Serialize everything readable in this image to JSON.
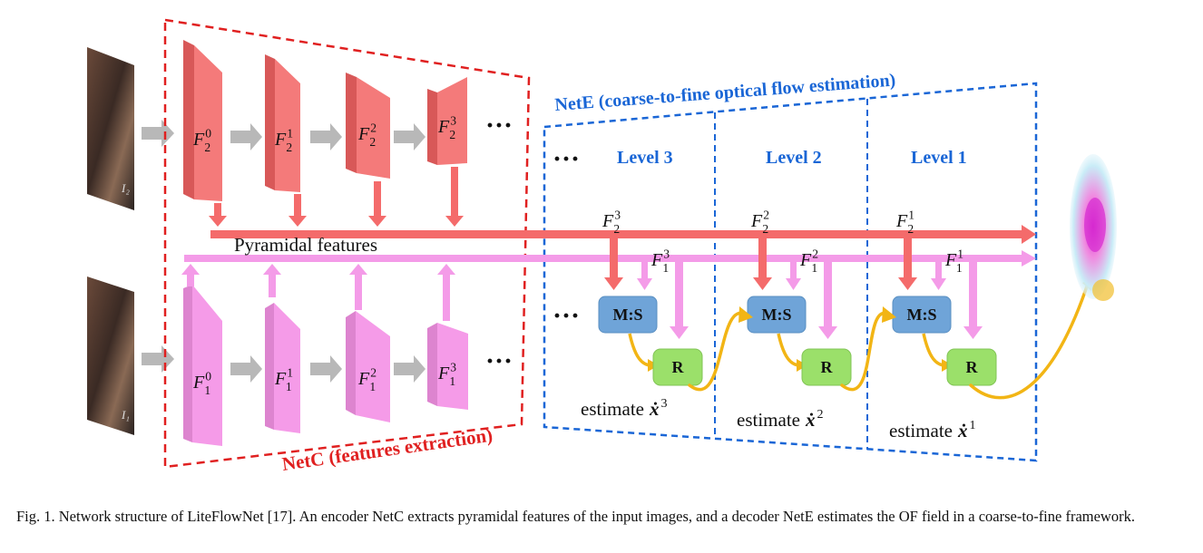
{
  "netc": {
    "title": "NetC (features extraction)",
    "color": "#e02020"
  },
  "nete": {
    "title": "NetE (coarse-to-fine optical flow estimation)",
    "color": "#1a66d6"
  },
  "pyramidal_label": "Pyramidal features",
  "ellipsis": "···",
  "inputs": {
    "top": "I₂",
    "bottom": "I₁"
  },
  "features_top": [
    {
      "base": "F",
      "sub": "2",
      "sup": "0"
    },
    {
      "base": "F",
      "sub": "2",
      "sup": "1"
    },
    {
      "base": "F",
      "sub": "2",
      "sup": "2"
    },
    {
      "base": "F",
      "sub": "2",
      "sup": "3"
    }
  ],
  "features_bottom": [
    {
      "base": "F",
      "sub": "1",
      "sup": "0"
    },
    {
      "base": "F",
      "sub": "1",
      "sup": "1"
    },
    {
      "base": "F",
      "sub": "1",
      "sup": "2"
    },
    {
      "base": "F",
      "sub": "1",
      "sup": "3"
    }
  ],
  "levels": [
    {
      "title": "Level 3",
      "f2": {
        "base": "F",
        "sub": "2",
        "sup": "3"
      },
      "f1": {
        "base": "F",
        "sub": "1",
        "sup": "3"
      },
      "ms": "M:S",
      "r": "R",
      "estimate": "estimate",
      "est_var": "ẋ",
      "est_sup": "3"
    },
    {
      "title": "Level 2",
      "f2": {
        "base": "F",
        "sub": "2",
        "sup": "2"
      },
      "f1": {
        "base": "F",
        "sub": "1",
        "sup": "2"
      },
      "ms": "M:S",
      "r": "R",
      "estimate": "estimate",
      "est_var": "ẋ",
      "est_sup": "2"
    },
    {
      "title": "Level 1",
      "f2": {
        "base": "F",
        "sub": "2",
        "sup": "1"
      },
      "f1": {
        "base": "F",
        "sub": "1",
        "sup": "1"
      },
      "ms": "M:S",
      "r": "R",
      "estimate": "estimate",
      "est_var": "ẋ",
      "est_sup": "1"
    }
  ],
  "caption": "Fig. 1.   Network structure of LiteFlowNet [17]. An encoder NetC extracts pyramidal features of the input images, and a decoder NetE estimates the OF field in a coarse-to-fine framework.",
  "colors": {
    "red_feature": "#f47a7a",
    "pink_feature": "#f59be8",
    "red_bus": "#f46b6b",
    "pink_bus": "#f49be8",
    "ms_box": "#6fa4d8",
    "r_box": "#9be06a",
    "flow_curve": "#f2b515",
    "gray_arrow": "#b8b8b8"
  }
}
